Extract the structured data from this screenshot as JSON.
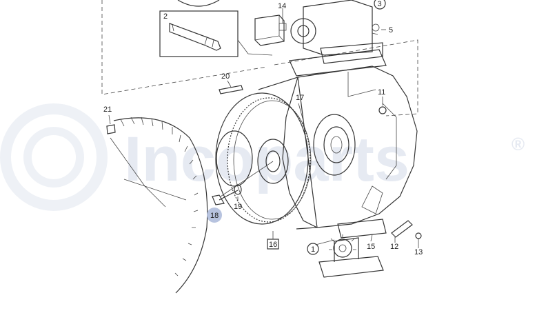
{
  "watermark": {
    "text": "Incoparts",
    "reg": "®"
  },
  "callouts": {
    "c1": "1",
    "c2": "2",
    "c3": "3",
    "c5": "5",
    "c11": "11",
    "c12": "12",
    "c13": "13",
    "c14": "14",
    "c15": "15",
    "c16": "16",
    "c17": "17",
    "c18": "18",
    "c19": "19",
    "c20": "20",
    "c21": "21"
  },
  "colors": {
    "line": "#333333",
    "highlight": "#b7c3df",
    "watermark": "#e6eaf2"
  }
}
